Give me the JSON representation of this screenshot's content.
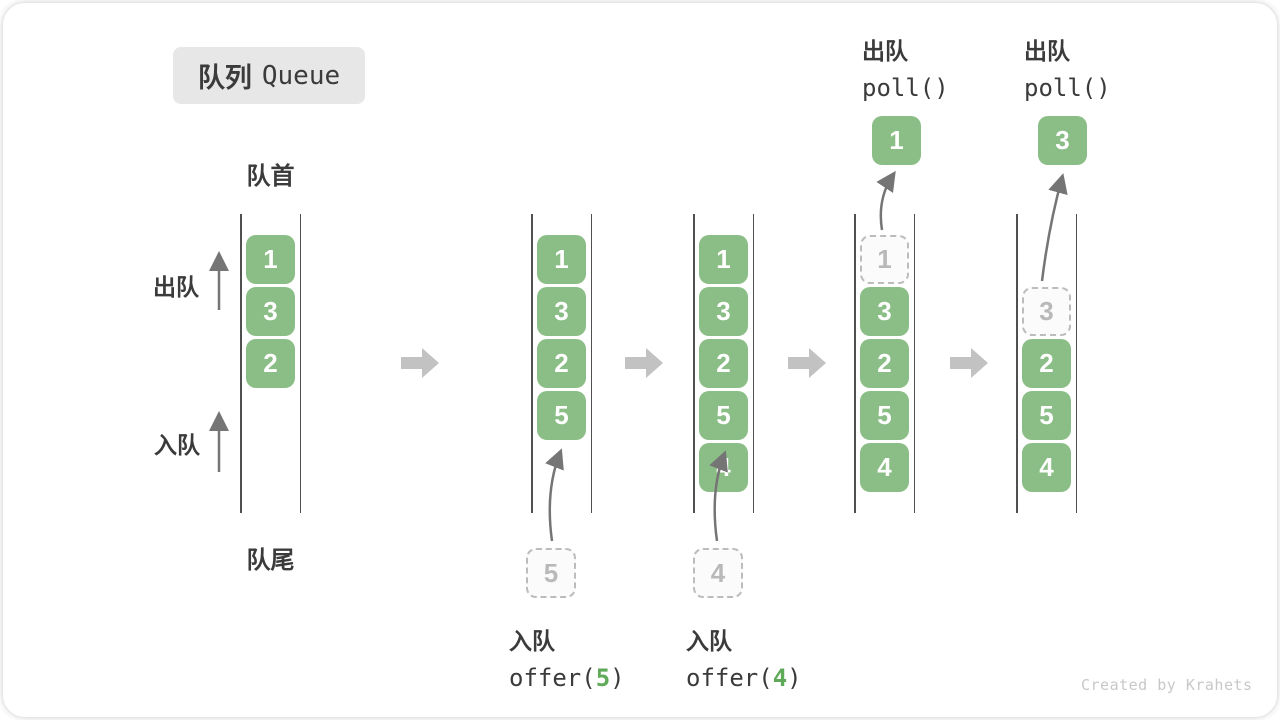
{
  "title": {
    "zh": "队列",
    "en": "Queue"
  },
  "labels": {
    "front": "队首",
    "rear": "队尾",
    "dequeue": "出队",
    "enqueue": "入队"
  },
  "watermark": "Created by Krahets",
  "colors": {
    "box_green": "#8bbe86",
    "code_arg_green": "#5faa58",
    "dashed_border_gray": "#bcbcbc",
    "thin_arrow_gray": "#757575",
    "block_arrow_gray": "#c2c2c2",
    "text_dark": "#3b3b3b",
    "title_bg": "#e7e7e7"
  },
  "states": [
    {
      "name": "initial",
      "slots": [
        {
          "row": 0,
          "value": "1",
          "style": "filled"
        },
        {
          "row": 1,
          "value": "3",
          "style": "filled"
        },
        {
          "row": 2,
          "value": "2",
          "style": "filled"
        }
      ]
    },
    {
      "name": "after-offer-5",
      "slots": [
        {
          "row": 0,
          "value": "1",
          "style": "filled"
        },
        {
          "row": 1,
          "value": "3",
          "style": "filled"
        },
        {
          "row": 2,
          "value": "2",
          "style": "filled"
        },
        {
          "row": 3,
          "value": "5",
          "style": "filled"
        }
      ],
      "pending_value": "5"
    },
    {
      "name": "after-offer-4",
      "slots": [
        {
          "row": 0,
          "value": "1",
          "style": "filled"
        },
        {
          "row": 1,
          "value": "3",
          "style": "filled"
        },
        {
          "row": 2,
          "value": "2",
          "style": "filled"
        },
        {
          "row": 3,
          "value": "5",
          "style": "filled"
        },
        {
          "row": 4,
          "value": "4",
          "style": "filled"
        }
      ],
      "pending_value": "4"
    },
    {
      "name": "after-poll-1",
      "slots": [
        {
          "row": 0,
          "value": "1",
          "style": "dashed"
        },
        {
          "row": 1,
          "value": "3",
          "style": "filled"
        },
        {
          "row": 2,
          "value": "2",
          "style": "filled"
        },
        {
          "row": 3,
          "value": "5",
          "style": "filled"
        },
        {
          "row": 4,
          "value": "4",
          "style": "filled"
        }
      ],
      "popped_value": "1"
    },
    {
      "name": "after-poll-3",
      "slots": [
        {
          "row": 1,
          "value": "3",
          "style": "dashed"
        },
        {
          "row": 2,
          "value": "2",
          "style": "filled"
        },
        {
          "row": 3,
          "value": "5",
          "style": "filled"
        },
        {
          "row": 4,
          "value": "4",
          "style": "filled"
        }
      ],
      "popped_value": "3"
    }
  ],
  "operations": {
    "offer5": {
      "action": "入队",
      "code_prefix": "offer(",
      "arg": "5",
      "code_suffix": ")"
    },
    "offer4": {
      "action": "入队",
      "code_prefix": "offer(",
      "arg": "4",
      "code_suffix": ")"
    },
    "poll1": {
      "action": "出队",
      "code": "poll()"
    },
    "poll2": {
      "action": "出队",
      "code": "poll()"
    }
  }
}
